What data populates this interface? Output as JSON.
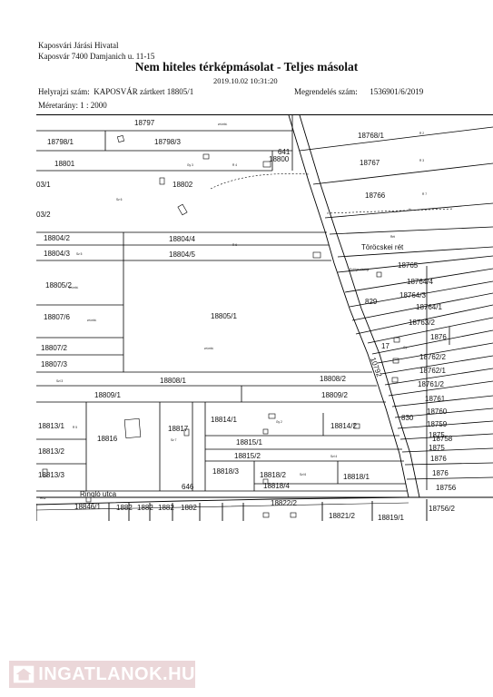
{
  "header": {
    "office": "Kaposvári Járási Hivatal",
    "address": "Kaposvár 7400  Damjanich u. 11-15",
    "title": "Nem hiteles térképmásolat - Teljes másolat",
    "datetime": "2019.10.02 10:31:20",
    "parcel_label": "Helyrajzi szám:",
    "parcel_value": "KAPOSVÁR zártkert 18805/1",
    "order_label": "Megrendelés szám:",
    "order_value": "1536901/6/2019",
    "scale_label": "Méretarány:",
    "scale_value": "1 : 2000"
  },
  "map": {
    "parcels": [
      "18797",
      "18798/1",
      "18798/3",
      "18801",
      "18802",
      "18800",
      "641",
      "18768/1",
      "18767",
      "18766",
      "03/1",
      "03/2",
      "18804/2",
      "18804/4",
      "18804/3",
      "18804/5",
      "Töröcskei rét",
      "18765",
      "18805/2",
      "18764/4",
      "18764/3",
      "829",
      "18764/1",
      "18763/2",
      "18805/1",
      "18807/6",
      "1876",
      "18807/2",
      "18807/3",
      "18762/2",
      "18762/1",
      "18761/2",
      "18808/1",
      "18808/2",
      "18809/1",
      "18809/2",
      "18761",
      "830",
      "18760",
      "18759",
      "1875",
      "18813/1",
      "18816",
      "18817",
      "18814/1",
      "18814/2",
      "18815/1",
      "1875",
      "18813/2",
      "18815/2",
      "1876",
      "18813/3",
      "18818/3",
      "18818/2",
      "18818/1",
      "646",
      "18818/4",
      "Ringló utca",
      "18846/1",
      "1882",
      "1882",
      "1882",
      "1882",
      "18822/2",
      "18821/2",
      "18819/1",
      "18756/2",
      "1876",
      "18756",
      "10792",
      "18758",
      "17"
    ],
    "culture_codes": [
      "Sz 6",
      "Gy 3",
      "R 4",
      "R 6",
      "R 7",
      "Sz 5",
      "Szl 3",
      "Gy 2",
      "Sz 7",
      "R 5",
      "R 2",
      "R 3",
      "Rét",
      "Gy",
      "Szl 4",
      "Szl 6"
    ],
    "small_marks": [
      "zrt.mkt.",
      "Erdőgazdasági",
      "Hrsz",
      "tö"
    ]
  },
  "watermark": {
    "text": "INGATLANOK.HU",
    "icon": "house-logo-icon",
    "color": "#ebd7d9"
  }
}
